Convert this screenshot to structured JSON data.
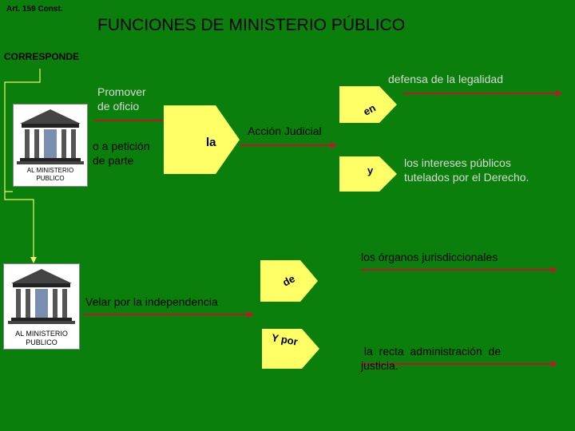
{
  "header": {
    "reference": "Art. 159 Const.",
    "title": "FUNCIONES DE MINISTERIO PÚBLICO",
    "lead": "CORRESPONDE"
  },
  "entity": {
    "caption_line1": "AL MINISTERIO",
    "caption_line2": "PUBLICO"
  },
  "branch_one": {
    "promover": "Promover",
    "de_oficio": "de oficio",
    "peticion": "o a petición",
    "de_parte": "de parte",
    "la": "la",
    "accion": "Acción  Judicial",
    "en": "en",
    "defensa": "defensa de la legalidad",
    "y": "y",
    "intereses_line1": "los intereses públicos",
    "intereses_line2": "tutelados por el Derecho."
  },
  "branch_two": {
    "velar": "Velar por la independencia",
    "de": "de",
    "organos": "los órganos jurisdiccionales",
    "y_por": "Y por",
    "recta_line1": " la  recta  administración  de",
    "recta_line2": "justicia."
  },
  "colors": {
    "background": "#0b7f0b",
    "arrow_red": "#c0162a",
    "chevron_yellow": "#ffff66",
    "connector_yellow": "#f2f26a"
  }
}
